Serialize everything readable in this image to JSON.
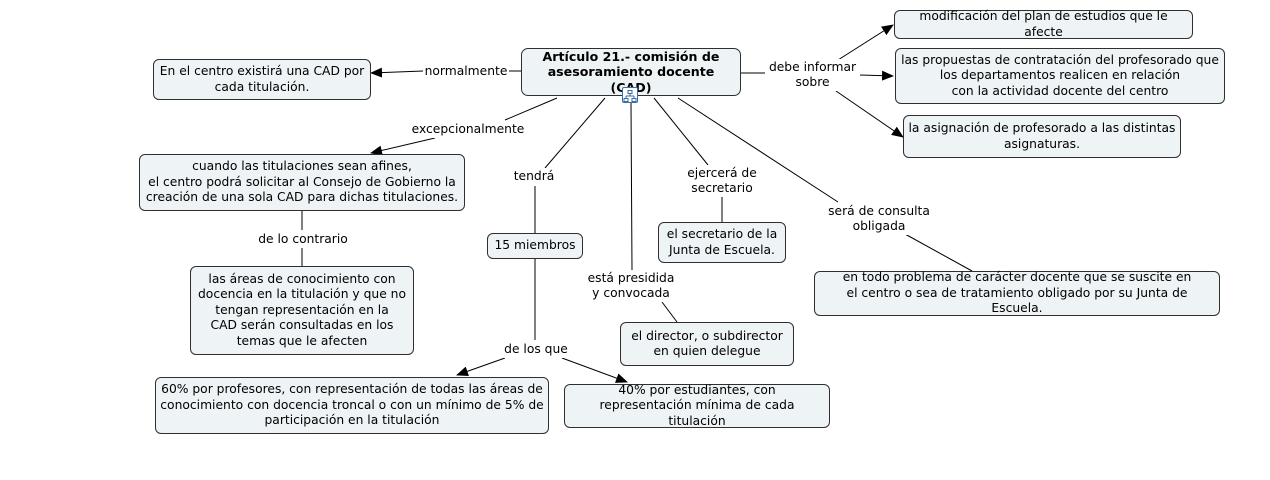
{
  "nodes": {
    "root": "Artículo 21.- comisión de\nasesoramiento docente (CAD)",
    "cad_per_titulacion": "En el centro existirá una CAD por\ncada titulación.",
    "modificacion_plan": "modificación del plan de estudios que le afecte",
    "propuestas_contratacion": "las propuestas de contratación del profesorado que\nlos departamentos realicen en relación\ncon la actividad docente del centro",
    "asignacion_profesorado": "la asignación de profesorado a las distintas\nasignaturas.",
    "titulaciones_afines": "cuando las titulaciones sean afines,\nel centro podrá solicitar al Consejo de Gobierno la\ncreación de una sola CAD para dichas titulaciones.",
    "areas_conocimiento": "las áreas de conocimiento con\ndocencia en la titulación y que no\ntengan representación en la\nCAD serán consultadas en los\ntemas que le afecten",
    "quince_miembros": "15 miembros",
    "secretario_junta": "el secretario de la\nJunta de Escuela.",
    "problema_docente": "en todo problema de carácter docente que se suscite en\nel centro o sea de tratamiento obligado por su Junta de Escuela.",
    "director": "el director, o subdirector\nen quien delegue",
    "sesenta_profesores": "60% por profesores, con representación de todas las áreas de\nconocimiento con docencia troncal o con un mínimo de 5% de\nparticipación en la titulación",
    "cuarenta_estudiantes": "40% por estudiantes, con\nrepresentación mínima de cada titulación"
  },
  "links": {
    "normalmente": "normalmente",
    "debe_informar": "debe informar\nsobre",
    "excepcionalmente": "excepcionalmente",
    "tendra": "tendrá",
    "ejercera": "ejercerá de\nsecretario",
    "sera_consulta": "será de consulta\nobligada",
    "de_lo_contrario": "de lo contrario",
    "presidida": "está presidida\ny convocada",
    "de_los_que": "de los que"
  },
  "icons": {
    "root": "concept-map-icon"
  },
  "colors": {
    "node_fill": "#eef3f5",
    "node_border": "#2f2f2f",
    "line": "#000000",
    "icon_accent": "#3a6ea5"
  }
}
